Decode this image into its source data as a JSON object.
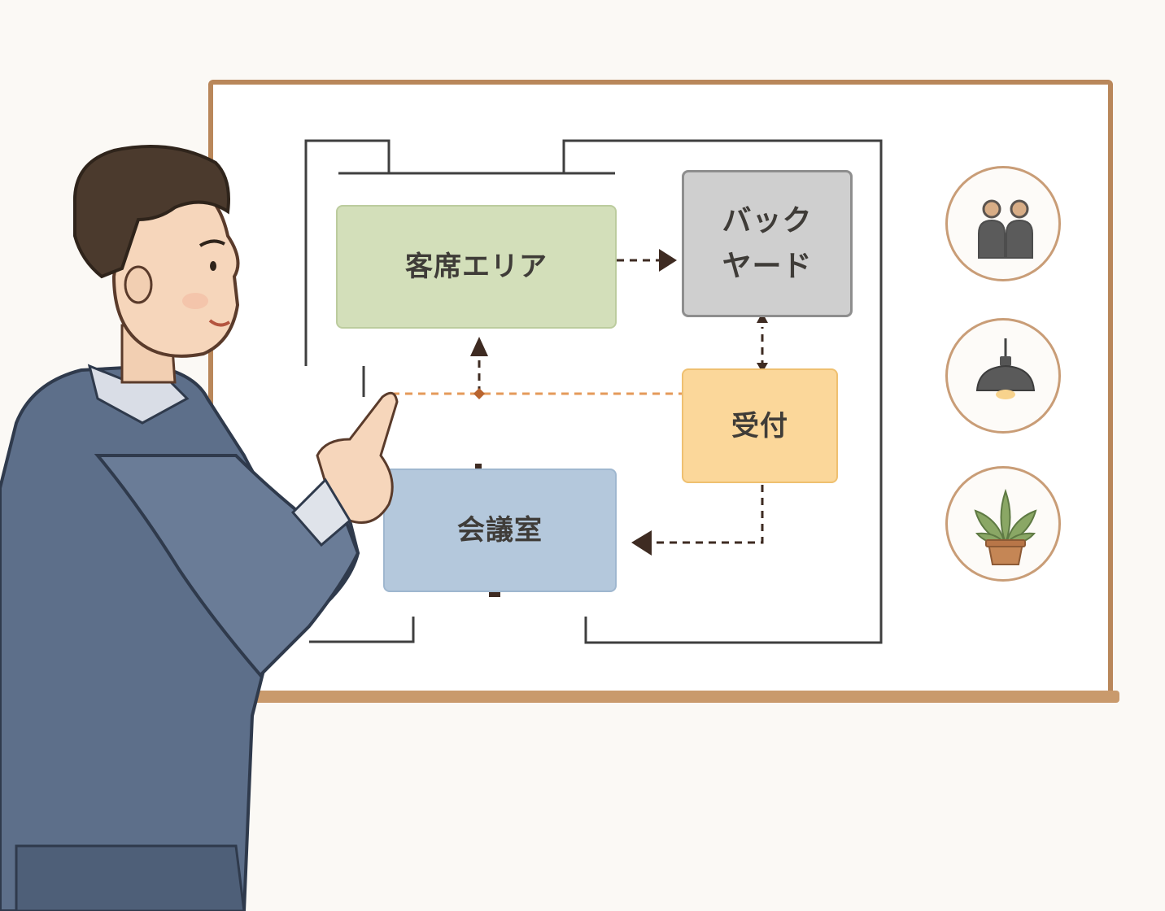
{
  "diagram": {
    "rooms": {
      "guest_area": "客席エリア",
      "back_yard": "バック\nヤード",
      "reception": "受付",
      "meeting_room": "会議室"
    },
    "colors": {
      "guest_area": "#d3dfba",
      "back_yard": "#cfcfcf",
      "reception": "#fbd79a",
      "meeting_room": "#b4c8dc",
      "frame": "#b9875a",
      "flow_line": "#3e2b22",
      "highlight_line": "#e49a5a"
    },
    "side_icons": [
      "people-icon",
      "pendant-lamp-icon",
      "potted-plant-icon"
    ]
  }
}
